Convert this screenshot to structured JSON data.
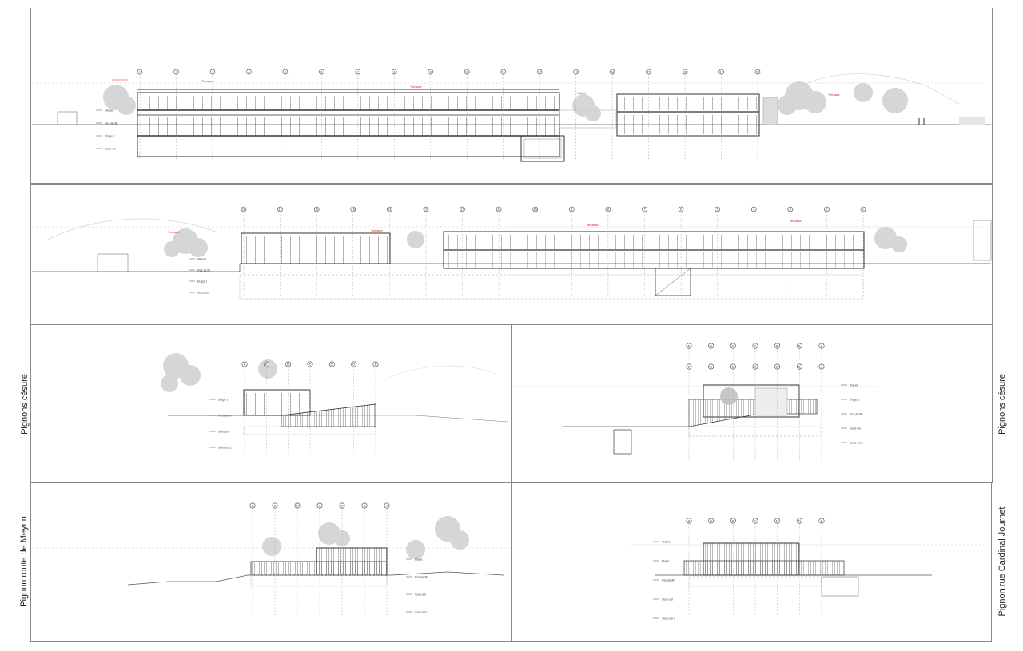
{
  "side_labels": {
    "left_upper": "Pignons césure",
    "left_lower": "Pignon route de Meyrin",
    "right_upper": "Pignons césure",
    "right_lower": "Pignon rue Cardinal Journet"
  },
  "top_elevation": {
    "axes": [
      "1",
      "2",
      "3",
      "4",
      "5",
      "6",
      "7",
      "8",
      "9",
      "10",
      "11",
      "12",
      "13",
      "14",
      "15",
      "16",
      "17",
      "18"
    ],
    "red_labels": [
      "Terrasse",
      "Terrasse",
      "Toiture",
      "Terrasse"
    ],
    "levels": [
      "Niveau",
      "Rez-jardin",
      "Étage 1",
      "Sous-sol"
    ]
  },
  "middle_elevation": {
    "axes": [
      "18",
      "17",
      "16",
      "15",
      "14",
      "13",
      "12",
      "11",
      "10",
      "9",
      "8",
      "7",
      "6",
      "5",
      "4",
      "3",
      "2",
      "1"
    ],
    "red_labels": [
      "Terrasse",
      "Terrasse",
      "Terrasse",
      "Terrasse"
    ],
    "levels": [
      "Niveau",
      "Rez-jardin",
      "Étage 1",
      "Sous-sol"
    ]
  },
  "pignon_cesure_left": {
    "axes": [
      "A",
      "B",
      "B'",
      "C",
      "D'",
      "D",
      "E"
    ],
    "levels": [
      "Étage 1",
      "Rez-jardin",
      "Sous-sol",
      "Sous-sol 2"
    ]
  },
  "pignon_cesure_right": {
    "axes_top": [
      "E",
      "D",
      "D'",
      "C",
      "B'",
      "B",
      "A"
    ],
    "axes": [
      "E",
      "D",
      "D'",
      "C",
      "B'",
      "B",
      "A"
    ],
    "levels": [
      "Toiture",
      "Étage 1",
      "Rez-jardin",
      "Sous-sol",
      "Sous-sol 2"
    ]
  },
  "pignon_meyrin": {
    "axes": [
      "E",
      "D",
      "D'",
      "C",
      "B'",
      "B",
      "A"
    ],
    "levels": [
      "Étage 1",
      "Rez-jardin",
      "Sous-sol",
      "Sous-sol 2"
    ]
  },
  "pignon_journet": {
    "axes": [
      "A",
      "B",
      "B'",
      "C",
      "D'",
      "D",
      "E"
    ],
    "levels": [
      "Toiture",
      "Étage 1",
      "Rez-jardin",
      "Sous-sol",
      "Sous-sol 2"
    ]
  },
  "colors": {
    "line": "#444444",
    "grid": "#9a9a9a",
    "tree": "#c8c8c8",
    "red_note": "#e0201c"
  }
}
